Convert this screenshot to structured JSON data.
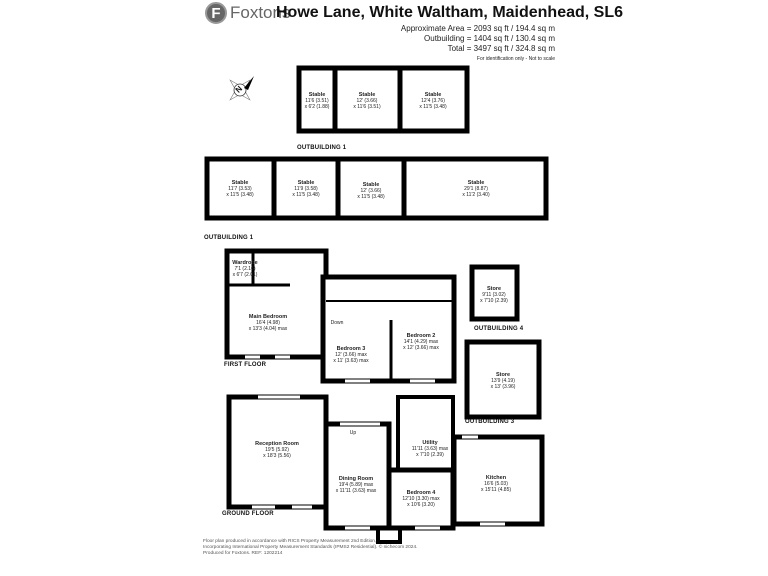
{
  "header": {
    "logo_letter": "F",
    "logo_text": "Foxtons",
    "title": "Howe Lane, White Waltham, Maidenhead, SL6",
    "area_lines": [
      "Approximate Area = 2093 sq ft / 194.4 sq m",
      "Outbuilding = 1404 sq ft / 130.4 sq m",
      "Total = 3497 sq ft / 324.8 sq m"
    ],
    "disclaimer": "For identification only - Not to scale"
  },
  "compass": {
    "label": "N"
  },
  "outbuilding1_top": {
    "label": "OUTBUILDING 1",
    "rooms": [
      {
        "name": "Stable",
        "dim1": "11'6 (3.51)",
        "dim2": "x 6'2 (1.88)"
      },
      {
        "name": "Stable",
        "dim1": "12' (3.66)",
        "dim2": "x 11'6 (3.51)"
      },
      {
        "name": "Stable",
        "dim1": "12'4 (3.76)",
        "dim2": "x 11'5 (3.48)"
      }
    ]
  },
  "outbuilding1_bottom": {
    "label": "OUTBUILDING 1",
    "rooms": [
      {
        "name": "Stable",
        "dim1": "11'7 (3.53)",
        "dim2": "x 11'5 (3.48)"
      },
      {
        "name": "Stable",
        "dim1": "11'9 (3.58)",
        "dim2": "x 11'5 (3.48)"
      },
      {
        "name": "Stable",
        "dim1": "12' (3.66)",
        "dim2": "x 11'5 (3.48)"
      },
      {
        "name": "Stable",
        "dim1": "29'1 (8.87)",
        "dim2": "x 11'2 (3.40)"
      }
    ]
  },
  "first_floor": {
    "label": "FIRST FLOOR",
    "stairs": "Down",
    "rooms": [
      {
        "name": "Wardrobe",
        "dim1": "7'1 (2.16)",
        "dim2": "x 6'7 (2.01)"
      },
      {
        "name": "Main Bedroom",
        "dim1": "16'4 (4.98)",
        "dim2": "x 13'3 (4.04) max"
      },
      {
        "name": "Bedroom 3",
        "dim1": "12' (3.66) max",
        "dim2": "x 11' (3.63) max"
      },
      {
        "name": "Bedroom 2",
        "dim1": "14'1 (4.29) max",
        "dim2": "x 12' (3.66) max"
      }
    ]
  },
  "outbuilding4": {
    "label": "OUTBUILDING 4",
    "room": {
      "name": "Store",
      "dim1": "9'11 (3.02)",
      "dim2": "x 7'10 (2.39)"
    }
  },
  "outbuilding3": {
    "label": "OUTBUILDING 3",
    "room": {
      "name": "Store",
      "dim1": "13'9 (4.19)",
      "dim2": "x 13' (3.96)"
    }
  },
  "ground_floor": {
    "label": "GROUND FLOOR",
    "stairs": "Up",
    "rooms": [
      {
        "name": "Reception Room",
        "dim1": "19'5 (5.92)",
        "dim2": "x 18'3 (5.56)"
      },
      {
        "name": "Dining Room",
        "dim1": "19'4 (5.89) max",
        "dim2": "x 11'11 (3.63) max"
      },
      {
        "name": "Utility",
        "dim1": "11'11 (3.63) max",
        "dim2": "x 7'10 (2.39)"
      },
      {
        "name": "Bedroom 4",
        "dim1": "12'10 (3.30) max",
        "dim2": "x 10'6 (3.20)"
      },
      {
        "name": "Kitchen",
        "dim1": "16'6 (5.03)",
        "dim2": "x 15'11 (4.85)"
      }
    ]
  },
  "footer": {
    "lines": [
      "Floor plan produced in accordance with RICS Property Measurement 2nd Edition,",
      "Incorporating International Property Measurement Standards (IPMS2 Residential).   © nichecom 2024.",
      "Produced for Foxtons.   REF: 1202214"
    ]
  }
}
